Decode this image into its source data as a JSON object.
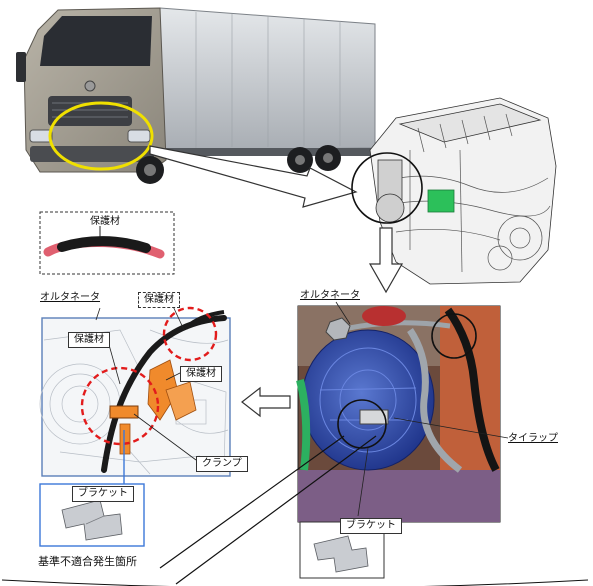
{
  "labels": {
    "protective_material_legend": "保護材",
    "alternator_left": "オルタネータ",
    "alternator_right": "オルタネータ",
    "protective_material_1": "保護材",
    "protective_material_2": "保護材",
    "protective_material_3": "保護材",
    "clamp": "クランプ",
    "bracket_left": "ブラケット",
    "bracket_right": "ブラケット",
    "tie_wrap": "タイラップ",
    "nonconformity_location": "基準不適合発生箇所"
  },
  "colors": {
    "highlight_circle": "#f0e000",
    "cable": "#1a1a1a",
    "cable_red": "#e06070",
    "alternator_blue": "#3a56b0",
    "part_orange": "#f08a2c",
    "dashed_red": "#e21c1c",
    "sensor_green": "#2cc05a",
    "truck_body": "#c8ccd2"
  }
}
